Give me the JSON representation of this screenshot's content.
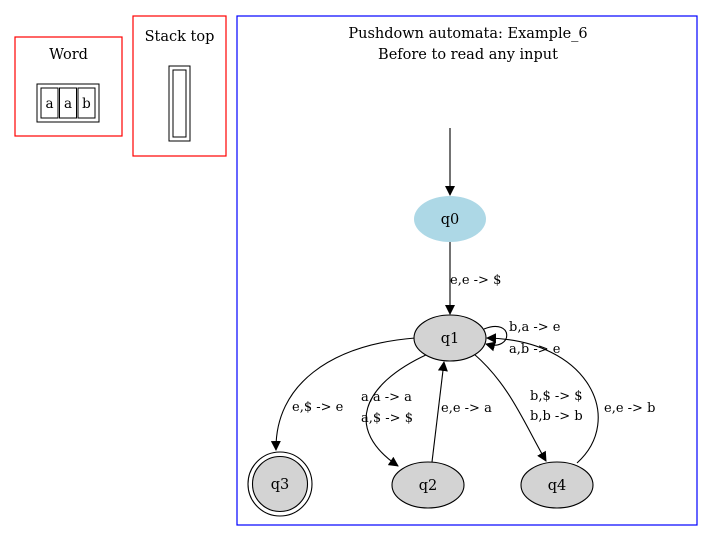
{
  "word_panel": {
    "title": "Word",
    "letters": [
      "a",
      "a",
      "b"
    ]
  },
  "stack_panel": {
    "title": "Stack top"
  },
  "automaton": {
    "title": "Pushdown automata: Example_6",
    "subtitle": "Before to read any input",
    "states": [
      {
        "id": "q0",
        "label": "q0",
        "kind": "initial",
        "color": "#add8e6"
      },
      {
        "id": "q1",
        "label": "q1",
        "kind": "normal",
        "color": "#d3d3d3"
      },
      {
        "id": "q2",
        "label": "q2",
        "kind": "normal",
        "color": "#d3d3d3"
      },
      {
        "id": "q3",
        "label": "q3",
        "kind": "accepting",
        "color": "#d3d3d3"
      },
      {
        "id": "q4",
        "label": "q4",
        "kind": "normal",
        "color": "#d3d3d3"
      }
    ],
    "transitions": [
      {
        "from": "q0",
        "to": "q1",
        "labels": [
          "e,e -> $"
        ]
      },
      {
        "from": "q1",
        "to": "q1",
        "labels": [
          "b,a -> e",
          "a,b -> e"
        ]
      },
      {
        "from": "q1",
        "to": "q3",
        "labels": [
          "e,$ -> e"
        ]
      },
      {
        "from": "q1",
        "to": "q2",
        "labels": [
          "a,a -> a",
          "a,$ -> $"
        ]
      },
      {
        "from": "q2",
        "to": "q1",
        "labels": [
          "e,e -> a"
        ]
      },
      {
        "from": "q1",
        "to": "q4",
        "labels": [
          "b,$ -> $",
          "b,b -> b"
        ]
      },
      {
        "from": "q4",
        "to": "q1",
        "labels": [
          "e,e -> b"
        ]
      }
    ]
  },
  "colors": {
    "panel_border_red": "#ff0000",
    "panel_border_blue": "#0000ff",
    "initial_state": "#add8e6",
    "state_fill": "#d3d3d3"
  }
}
